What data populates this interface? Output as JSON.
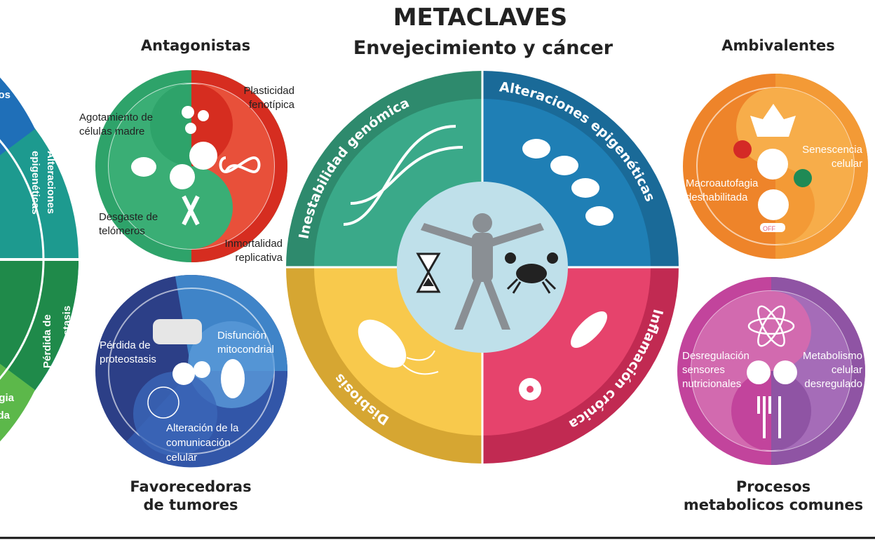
{
  "title": "METACLAVES",
  "subtitle": "Envejecimiento y cáncer",
  "main": {
    "q1": "Inestabilidad genómica",
    "q2": "Alteraciones epigenéticas",
    "q3": "Disbiosis",
    "q4": "Inflamación crónica"
  },
  "left_partial": {
    "a": "Desgaste de telómeros",
    "b1": "Alteraciones",
    "b2": "epigenéticas",
    "c1": "Pérdida de",
    "c2": "proteostasis",
    "d1": "Macroautofagia",
    "d2": "deshabilitada"
  },
  "antagonistas": {
    "title": "Antagonistas",
    "l1": "Plasticidad",
    "l2": "fenotípica",
    "l3": "Agotamiento de",
    "l4": "células madre",
    "l5": "Desgaste de",
    "l6": "telómeros",
    "l7": "Inmortalidad",
    "l8": "replicativa"
  },
  "favorecedoras": {
    "title1": "Favorecedoras",
    "title2": "de tumores",
    "l1": "Pérdida de",
    "l2": "proteostasis",
    "l3": "Disfunción",
    "l4": "mitocondrial",
    "l5": "Alteración de la",
    "l6": "comunicación",
    "l7": "celular"
  },
  "ambivalentes": {
    "title": "Ambivalentes",
    "l1": "Senescencia",
    "l2": "celular",
    "l3": "Macroautofagia",
    "l4": "deshabilitada",
    "off": "OFF"
  },
  "procesos": {
    "title1": "Procesos",
    "title2": "metabolicos comunes",
    "l1": "Desregulación",
    "l2": "sensores",
    "l3": "nutricionales",
    "l4": "Metabolismo",
    "l5": "celular",
    "l6": "desregulado"
  },
  "colors": {
    "green": "#3aa989",
    "blue": "#1f7fb5",
    "yellow": "#f8c94c",
    "pink": "#e6436c",
    "center": "#bfe0ea"
  }
}
